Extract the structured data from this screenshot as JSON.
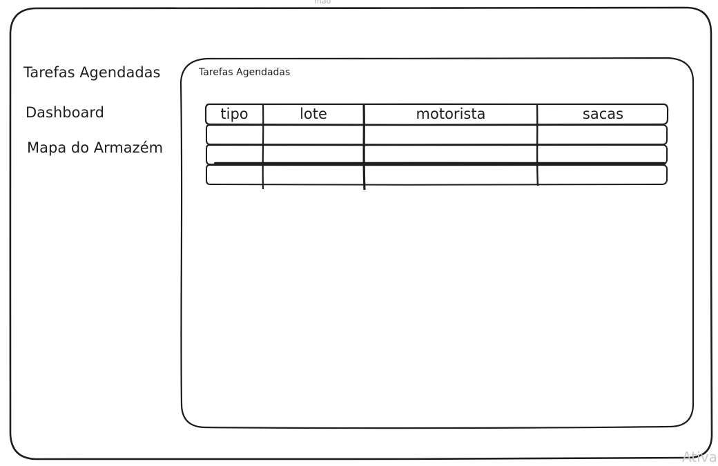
{
  "top_fragment": "mão",
  "corner_fragment": "Ativa",
  "sidebar": {
    "items": [
      {
        "label": "Tarefas Agendadas"
      },
      {
        "label": "Dashboard"
      },
      {
        "label": "Mapa do Armazém"
      }
    ]
  },
  "panel": {
    "title": "Tarefas Agendadas",
    "table": {
      "columns": [
        "tipo",
        "lote",
        "motorista",
        "sacas"
      ],
      "rows": [
        [
          "",
          "",
          "",
          ""
        ],
        [
          "",
          "",
          "",
          ""
        ],
        [
          "",
          "",
          "",
          ""
        ]
      ]
    }
  },
  "colors": {
    "stroke": "#1e1e1e",
    "background": "#ffffff",
    "faded_text": "#c9c9c9"
  }
}
